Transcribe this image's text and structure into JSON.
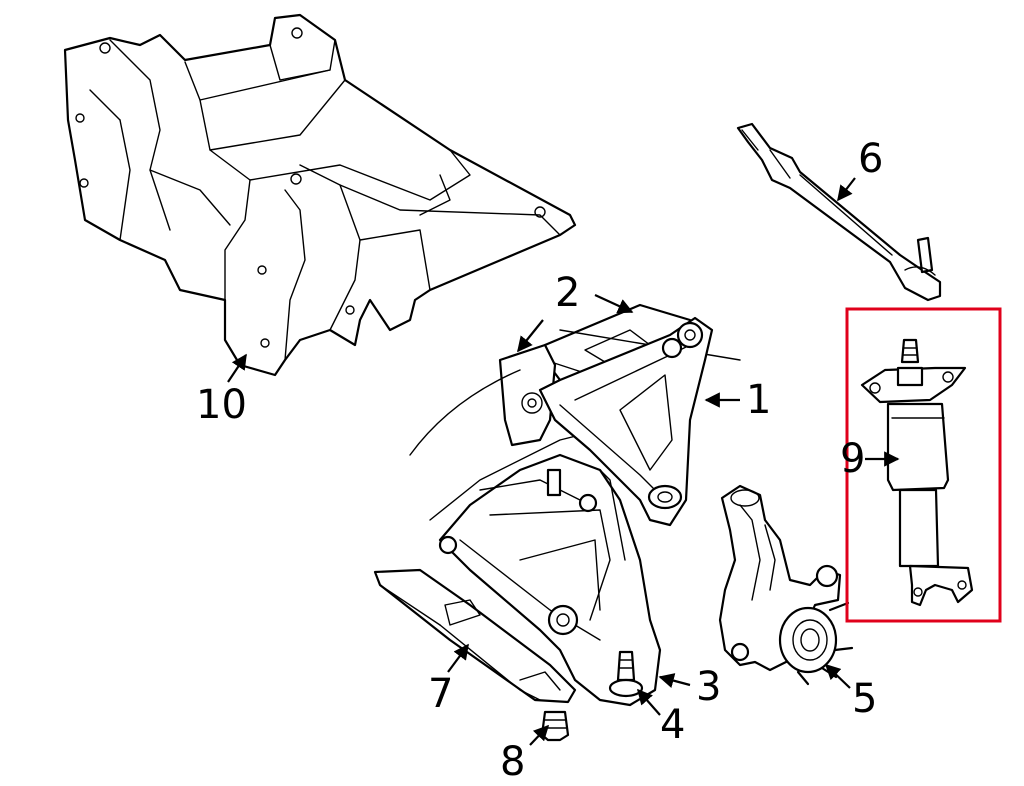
{
  "callouts": [
    {
      "id": "1",
      "label": "1"
    },
    {
      "id": "2",
      "label": "2"
    },
    {
      "id": "3",
      "label": "3"
    },
    {
      "id": "4",
      "label": "4"
    },
    {
      "id": "5",
      "label": "5"
    },
    {
      "id": "6",
      "label": "6"
    },
    {
      "id": "7",
      "label": "7"
    },
    {
      "id": "8",
      "label": "8"
    },
    {
      "id": "9",
      "label": "9"
    },
    {
      "id": "10",
      "label": "10"
    }
  ],
  "highlight": {
    "part": "9",
    "color": "#e0001b"
  }
}
